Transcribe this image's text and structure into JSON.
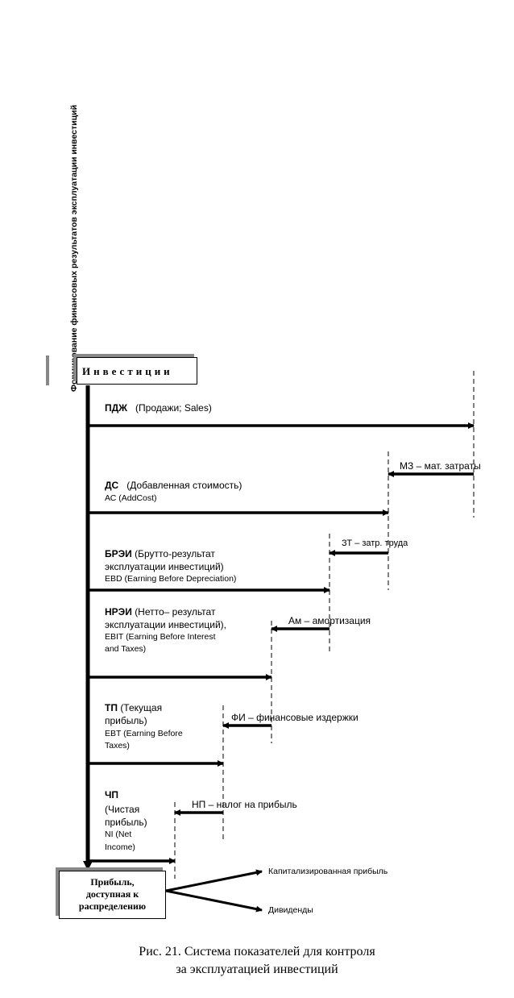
{
  "vertical_title": "Формирование финансовых результатов эксплуатации инвестиций",
  "top_box": "Инвестиции",
  "bottom_box": [
    "Прибыль,",
    "доступная к",
    "распределению"
  ],
  "stages": [
    {
      "code": "ПДЖ",
      "title": "(Продажи;   Sales)",
      "abbr": ""
    },
    {
      "code": "ДС",
      "title": "(Добавленная стоимость)",
      "abbr": "АС  (AddCost)"
    },
    {
      "code": "БРЭИ",
      "title_l1": "(Брутто-результат",
      "title_l2": "эксплуатации инвестиций)",
      "abbr": "EBD (Earning Before Depreciation)"
    },
    {
      "code": "НРЭИ",
      "title_l1": "(Нетто– результат",
      "title_l2": "эксплуатации инвестиций),",
      "abbr_l1": "EBIT (Earning Before Interest",
      "abbr_l2": "and Taxes)"
    },
    {
      "code": "ТП",
      "title_l1": "(Текущая",
      "title_l2": "прибыль)",
      "abbr_l1": "EBT (Earning Before",
      "abbr_l2": "Taxes)"
    },
    {
      "code": "ЧП",
      "title_l1": "(Чистая",
      "title_l2": "прибыль)",
      "abbr_l1": "NI (Net",
      "abbr_l2": "Income)"
    }
  ],
  "costs": [
    "МЗ – мат. затраты",
    "ЗТ – затр. труда",
    "Ам – амортизация",
    "ФИ – финансовые издержки",
    "НП – налог на прибыль"
  ],
  "outputs": [
    "Капитализированная прибыль",
    "Дивиденды"
  ],
  "caption": [
    "Рис. 21. Система показателей для контроля",
    "за эксплуатацией инвестиций"
  ]
}
